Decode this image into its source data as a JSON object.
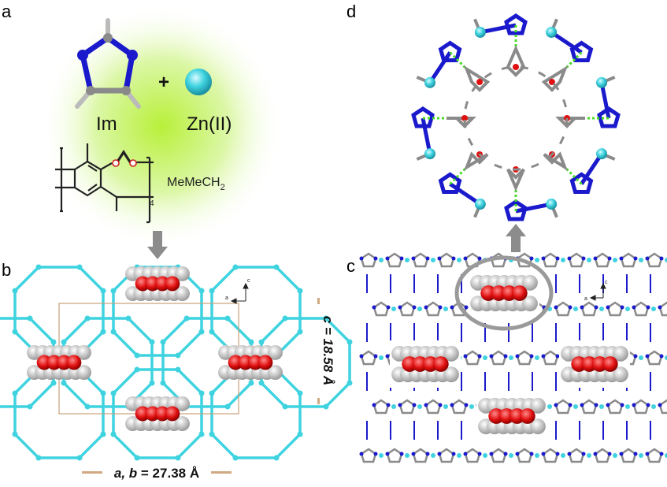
{
  "panels": {
    "a": {
      "label": "a",
      "plus": "+",
      "im_label": "Im",
      "zn_label": "Zn(II)",
      "macrocycle_label_main": "MeMeCH",
      "macrocycle_label_sub": "2",
      "repeat_subscript": "4",
      "oxygen_symbol": "O"
    },
    "b": {
      "label": "b",
      "axis_c": "c",
      "axis_a": "a",
      "dim_c": "c = 18.58 Å",
      "dim_ab_italic": "a, b",
      "dim_ab_value": " = 27.38 Å"
    },
    "c": {
      "label": "c",
      "axis_c": "c",
      "axis_a": "a"
    },
    "d": {
      "label": "d"
    }
  },
  "colors": {
    "zinc": "#3fd3e0",
    "nitrogen": "#1a1acc",
    "carbon": "#8a8a8a",
    "oxygen": "#e01010",
    "hbond": "#44dd22",
    "arrow": "#8c8c8c",
    "dim_bar": "#d2a882"
  }
}
